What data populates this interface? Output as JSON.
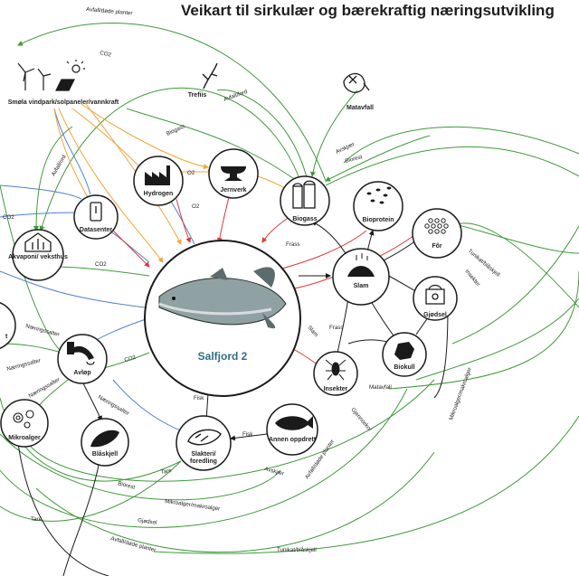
{
  "title": "Veikart til sirkulær og bærekraftig næringsutvikling",
  "colors": {
    "green": "#3f9a3a",
    "blue": "#4f7fd1",
    "orange": "#f2a43a",
    "red": "#de3a3a",
    "black": "#1a1a1a",
    "gray": "#9a9a9a",
    "salmon_teal": "#2d6f86"
  },
  "center": {
    "label": "Salfjord 2",
    "icon": "salmon-icon"
  },
  "nodes": [
    {
      "id": "smola",
      "label": "Smøla vindpark/solpaneler/vannkraft",
      "icon": "wind-solar-icon"
    },
    {
      "id": "trefiis",
      "label": "Trefiis",
      "icon": "seaweed-icon"
    },
    {
      "id": "matavfall",
      "label": "Matavfall",
      "icon": "food-waste-icon"
    },
    {
      "id": "hydrogen",
      "label": "Hydrogen",
      "icon": "factory-icon"
    },
    {
      "id": "jernverk",
      "label": "Jernverk",
      "icon": "anvil-icon"
    },
    {
      "id": "biogass",
      "label": "Biogass",
      "icon": "biogas-tank-icon"
    },
    {
      "id": "bioprotein",
      "label": "Bioprotein",
      "icon": "bioprotein-icon"
    },
    {
      "id": "for",
      "label": "Fôr",
      "icon": "feed-pellets-icon"
    },
    {
      "id": "datasenter",
      "label": "Datasenter",
      "icon": "server-icon"
    },
    {
      "id": "akvaponi",
      "label": "Akvaponi/ veksthus",
      "icon": "greenhouse-icon"
    },
    {
      "id": "slam",
      "label": "Slam",
      "icon": "sludge-icon"
    },
    {
      "id": "gjodsel",
      "label": "Gjødsel",
      "icon": "fertilizer-sack-icon"
    },
    {
      "id": "avlop",
      "label": "Avløp",
      "icon": "drain-pipe-icon"
    },
    {
      "id": "biokull",
      "label": "Biokull",
      "icon": "charcoal-icon"
    },
    {
      "id": "insekter",
      "label": "Insekter",
      "icon": "insect-icon"
    },
    {
      "id": "mikroalger",
      "label": "Mikroalger",
      "icon": "microalgae-icon"
    },
    {
      "id": "blaskjell",
      "label": "Blåskjell",
      "icon": "mussel-icon"
    },
    {
      "id": "slakteri",
      "label": "Slakteri/ foredling",
      "icon": "fish-fillet-icon"
    },
    {
      "id": "annen",
      "label": "Annen oppdrett",
      "icon": "fish-icon"
    },
    {
      "id": "left_cut",
      "label": "t",
      "icon": ""
    }
  ],
  "edges": [
    {
      "label": "Avfall/døde planter"
    },
    {
      "label": "CO2"
    },
    {
      "label": "Avfall/ford"
    },
    {
      "label": "Biogass"
    },
    {
      "label": "O2"
    },
    {
      "label": "O2"
    },
    {
      "label": "Avfall/ord"
    },
    {
      "label": "Avskjær"
    },
    {
      "label": "Biorest"
    },
    {
      "label": "CO2"
    },
    {
      "label": "Frass"
    },
    {
      "label": "CO2"
    },
    {
      "label": "Næringssalter"
    },
    {
      "label": "Næringssalter"
    },
    {
      "label": "CO2"
    },
    {
      "label": "Næringssalter"
    },
    {
      "label": "Næringssalter"
    },
    {
      "label": "Slam"
    },
    {
      "label": "Frass"
    },
    {
      "label": "Fisk"
    },
    {
      "label": "Fisk"
    },
    {
      "label": "Matavfall"
    },
    {
      "label": "Gjennsekor"
    },
    {
      "label": "Avfall/døde planter"
    },
    {
      "label": "Avskjær"
    },
    {
      "label": "Biorest"
    },
    {
      "label": "Tare"
    },
    {
      "label": "Mikroalger/makroalger"
    },
    {
      "label": "Gjødsel"
    },
    {
      "label": "Tare"
    },
    {
      "label": "Avfall/døde planter"
    },
    {
      "label": "Tunikat/blåskjell"
    },
    {
      "label": "Tunikat/blåskjell"
    },
    {
      "label": "Insekter"
    },
    {
      "label": "Mikroalger/makroalger"
    }
  ]
}
